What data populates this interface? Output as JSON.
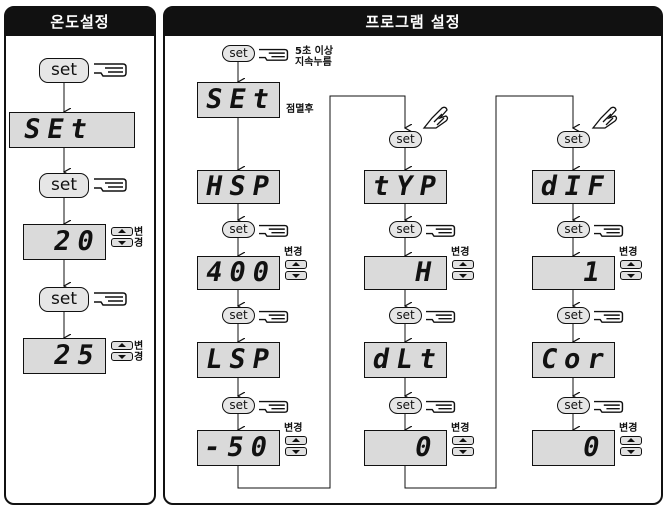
{
  "panels": {
    "temp_setting_title": "온도설정",
    "program_setting_title": "프로그램 설정"
  },
  "set_label": "set",
  "display": {
    "l1": "SEt",
    "l2": "20",
    "l3": "25",
    "p1": "SEt",
    "p2": "HSP",
    "p3": "400",
    "p4": "LSP",
    "p5": "-50",
    "m1": "tYP",
    "m2": "H",
    "m3": "dLt",
    "m4": "0",
    "r1": "dIF",
    "r2": "1",
    "r3": "Cor",
    "r4": "0"
  },
  "notes": {
    "hold": "5초 이상",
    "hold2": "지속누름",
    "blink": "점멸후",
    "change": "변경",
    "change_a": "변",
    "change_b": "경"
  },
  "icons": {
    "pointing_hand": "pointing-hand-icon",
    "pressing_hand": "pressing-hand-icon",
    "up": "up-arrow-icon",
    "down": "down-arrow-icon"
  }
}
